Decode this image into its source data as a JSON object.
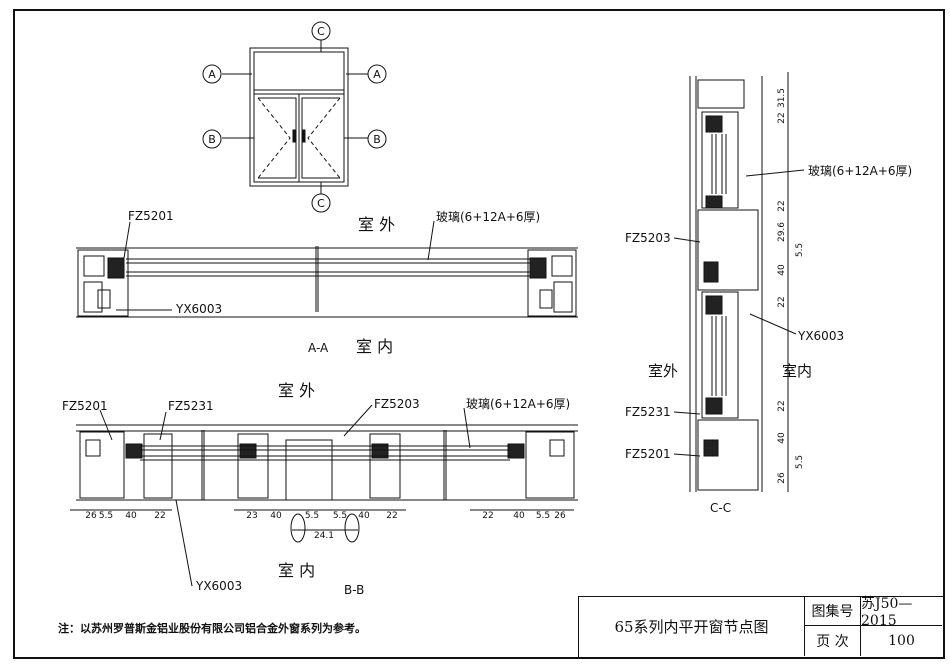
{
  "elevation": {
    "section_c": "C",
    "section_a": "A",
    "section_b": "B"
  },
  "aa": {
    "fz5201": "FZ5201",
    "outside": "室 外",
    "glass": "玻璃(6+12A+6厚)",
    "yx6003": "YX6003",
    "title_mark": "A-A",
    "inside": "室 内"
  },
  "bb": {
    "outside": "室 外",
    "fz5201": "FZ5201",
    "fz5231": "FZ5231",
    "fz5203": "FZ5203",
    "glass": "玻璃(6+12A+6厚)",
    "dims": [
      "26",
      "5.5",
      "40",
      "22",
      "23",
      "40",
      "5.5",
      "5.5",
      "40",
      "22",
      "22",
      "40",
      "5.5",
      "26"
    ],
    "dim_extra": "24.1",
    "yx6003": "YX6003",
    "inside": "室 内",
    "title_mark": "B-B"
  },
  "cc": {
    "dims": [
      "31.5",
      "22",
      "22",
      "29.6",
      "5.5",
      "40",
      "22",
      "22",
      "40",
      "5.5",
      "26"
    ],
    "glass": "玻璃(6+12A+6厚)",
    "fz5203": "FZ5203",
    "yx6003": "YX6003",
    "outside": "室外",
    "inside": "室内",
    "fz5231": "FZ5231",
    "fz5201": "FZ5201",
    "title_mark": "C-C"
  },
  "note": "注：以苏州罗普斯金铝业股份有限公司铝合金外窗系列为参考。",
  "title_block": {
    "drawing_title": "65系列内平开窗节点图",
    "atlas_label": "图集号",
    "atlas_no": "苏J50—2015",
    "page_label": "页 次",
    "page_no": "100"
  }
}
